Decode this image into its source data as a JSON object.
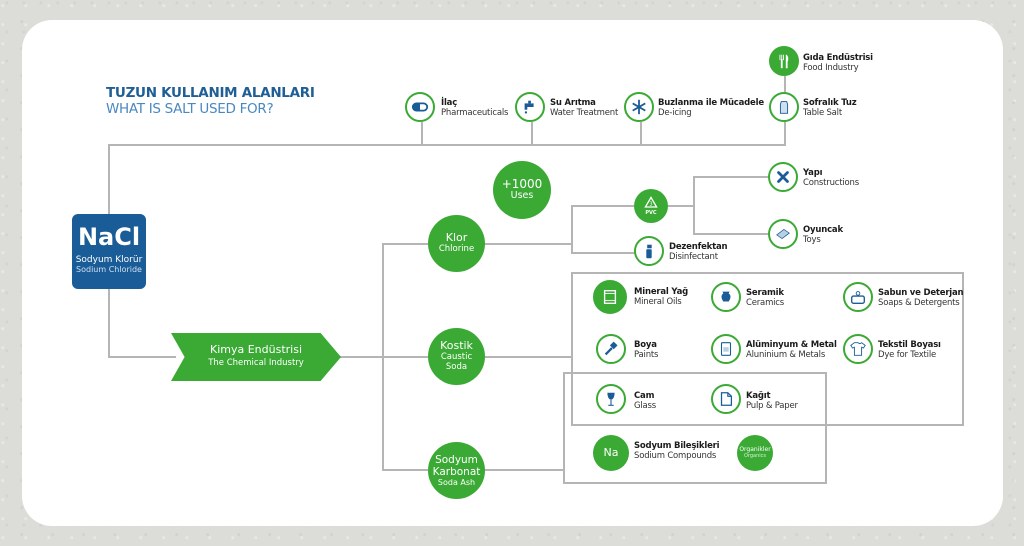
{
  "header": {
    "title_tr": "TUZUN KULLANIM ALANLARI",
    "title_en": "WHAT IS SALT USED FOR?"
  },
  "root": {
    "formula": "NaCl",
    "name_tr": "Sodyum Klorür",
    "name_en": "Sodium Chloride"
  },
  "top_uses": [
    {
      "tr": "İlaç",
      "en": "Pharmaceuticals",
      "icon": "pill-icon"
    },
    {
      "tr": "Su Arıtma",
      "en": "Water Treatment",
      "icon": "faucet-icon"
    },
    {
      "tr": "Buzlanma ile Mücadele",
      "en": "De-icing",
      "icon": "snowflake-icon"
    },
    {
      "tr": "Sofralık Tuz",
      "en": "Table Salt",
      "icon": "salt-shaker-icon"
    },
    {
      "tr": "Gıda Endüstrisi",
      "en": "Food Industry",
      "icon": "fork-knife-icon"
    }
  ],
  "badge": {
    "value": "+1000",
    "label": "Uses"
  },
  "chemical_industry": {
    "tr": "Kimya Endüstrisi",
    "en": "The Chemical Industry"
  },
  "branches": {
    "klor": {
      "tr": "Klor",
      "en": "Chlorine"
    },
    "kostik": {
      "tr": "Kostik",
      "en1": "Caustic",
      "en2": "Soda"
    },
    "karbonat": {
      "tr1": "Sodyum",
      "tr2": "Karbonat",
      "en": "Soda Ash"
    }
  },
  "pvc": {
    "number": "3",
    "label": "PVC"
  },
  "klor_uses": [
    {
      "tr": "Yapı",
      "en": "Constructions",
      "icon": "tools-icon"
    },
    {
      "tr": "Oyuncak",
      "en": "Toys",
      "icon": "toy-brick-icon"
    },
    {
      "tr": "Dezenfektan",
      "en": "Disinfectant",
      "icon": "spray-bottle-icon"
    }
  ],
  "kostik_uses": [
    {
      "tr": "Mineral Yağ",
      "en": "Mineral Oils",
      "icon": "oil-barrel-icon"
    },
    {
      "tr": "Seramik",
      "en": "Ceramics",
      "icon": "vase-icon"
    },
    {
      "tr": "Sabun ve Deterjan",
      "en": "Soaps & Detergents",
      "icon": "soap-icon"
    },
    {
      "tr": "Boya",
      "en": "Paints",
      "icon": "paintbrush-icon"
    },
    {
      "tr": "Alüminyum & Metal",
      "en": "Aluninium & Metals",
      "icon": "metal-can-icon"
    },
    {
      "tr": "Tekstil Boyası",
      "en": "Dye for Textile",
      "icon": "tshirt-icon"
    }
  ],
  "shared_uses": [
    {
      "tr": "Cam",
      "en": "Glass",
      "icon": "wine-glass-icon"
    },
    {
      "tr": "Kağıt",
      "en": "Pulp & Paper",
      "icon": "document-icon"
    }
  ],
  "karbonat_uses": [
    {
      "tr": "Sodyum Bileşikleri",
      "en": "Sodium Compounds",
      "symbol": "Na"
    },
    {
      "tr": "Organikler",
      "en": "Organics"
    }
  ]
}
